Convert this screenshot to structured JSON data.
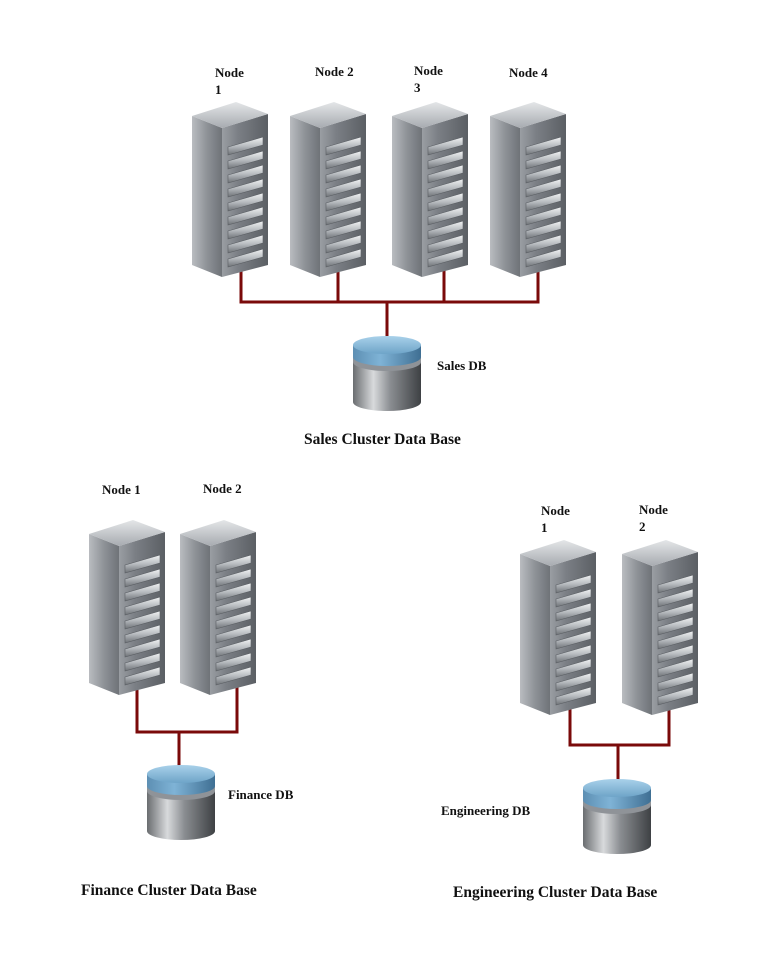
{
  "diagram": {
    "connector_color": "#7a0a0a",
    "clusters": [
      {
        "name": "sales",
        "title": "Sales Cluster Data Base",
        "database": {
          "label": "Sales DB"
        },
        "nodes": [
          {
            "label": "Node\n1"
          },
          {
            "label": "Node 2"
          },
          {
            "label": "Node\n3"
          },
          {
            "label": "Node 4"
          }
        ]
      },
      {
        "name": "finance",
        "title": "Finance Cluster Data Base",
        "database": {
          "label": "Finance DB"
        },
        "nodes": [
          {
            "label": "Node 1"
          },
          {
            "label": "Node 2"
          }
        ]
      },
      {
        "name": "engineering",
        "title": "Engineering Cluster Data Base",
        "database": {
          "label": "Engineering DB"
        },
        "nodes": [
          {
            "label": "Node\n1"
          },
          {
            "label": "Node\n2"
          }
        ]
      }
    ]
  }
}
